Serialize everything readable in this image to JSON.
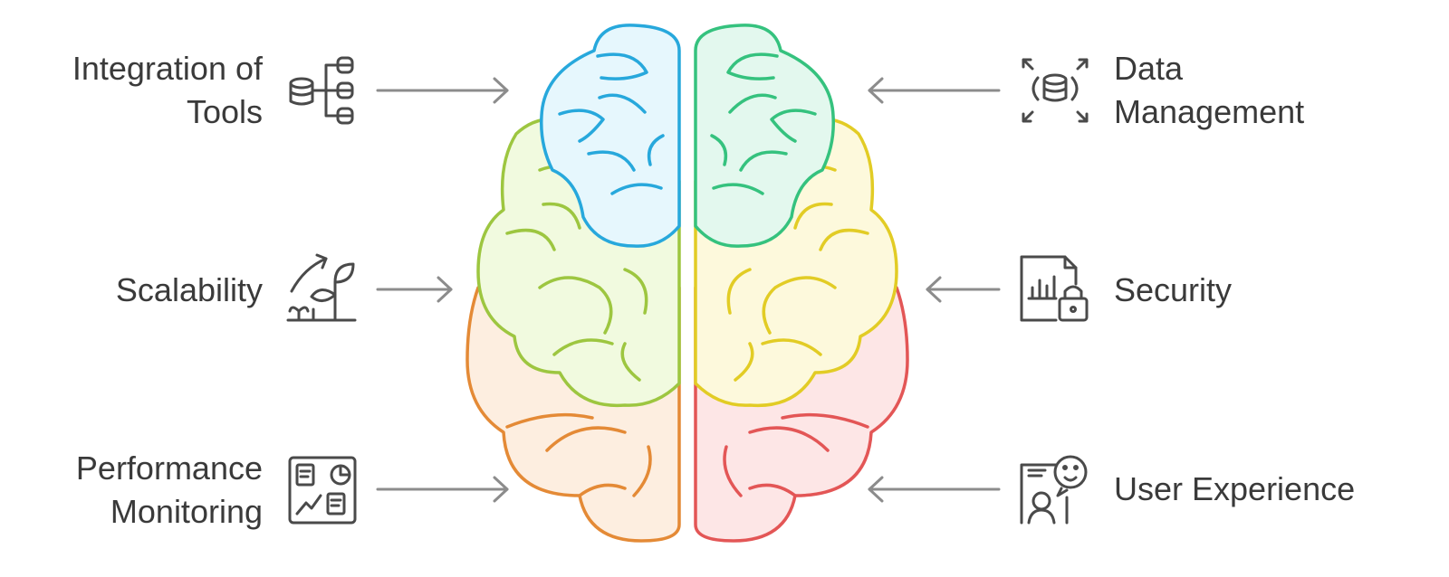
{
  "labels": {
    "integration": [
      "Integration of",
      "Tools"
    ],
    "scalability": [
      "Scalability"
    ],
    "performance": [
      "Performance",
      "Monitoring"
    ],
    "data_management": [
      "Data",
      "Management"
    ],
    "security": [
      "Security"
    ],
    "user_experience": [
      "User Experience"
    ]
  },
  "icons": {
    "integration": "database-stack-icon",
    "scalability": "growth-plant-icon",
    "performance": "dashboard-monitor-icon",
    "data_management": "database-expand-icon",
    "security": "secure-document-icon",
    "user_experience": "user-feedback-icon"
  },
  "colors": {
    "text": "#3a3a3a",
    "arrow": "#8c8c8c",
    "icon": "#4a4a4a",
    "blue": "#27a8dc",
    "blue_fill": "#e6f7fd",
    "green": "#35c27e",
    "green_fill": "#e3f8ee",
    "lime": "#9dc640",
    "lime_fill": "#f1fadf",
    "yellow": "#e2cc25",
    "yellow_fill": "#fdf9dc",
    "orange": "#e48a36",
    "orange_fill": "#fdeee0",
    "red": "#e35656",
    "red_fill": "#fde6e6"
  }
}
